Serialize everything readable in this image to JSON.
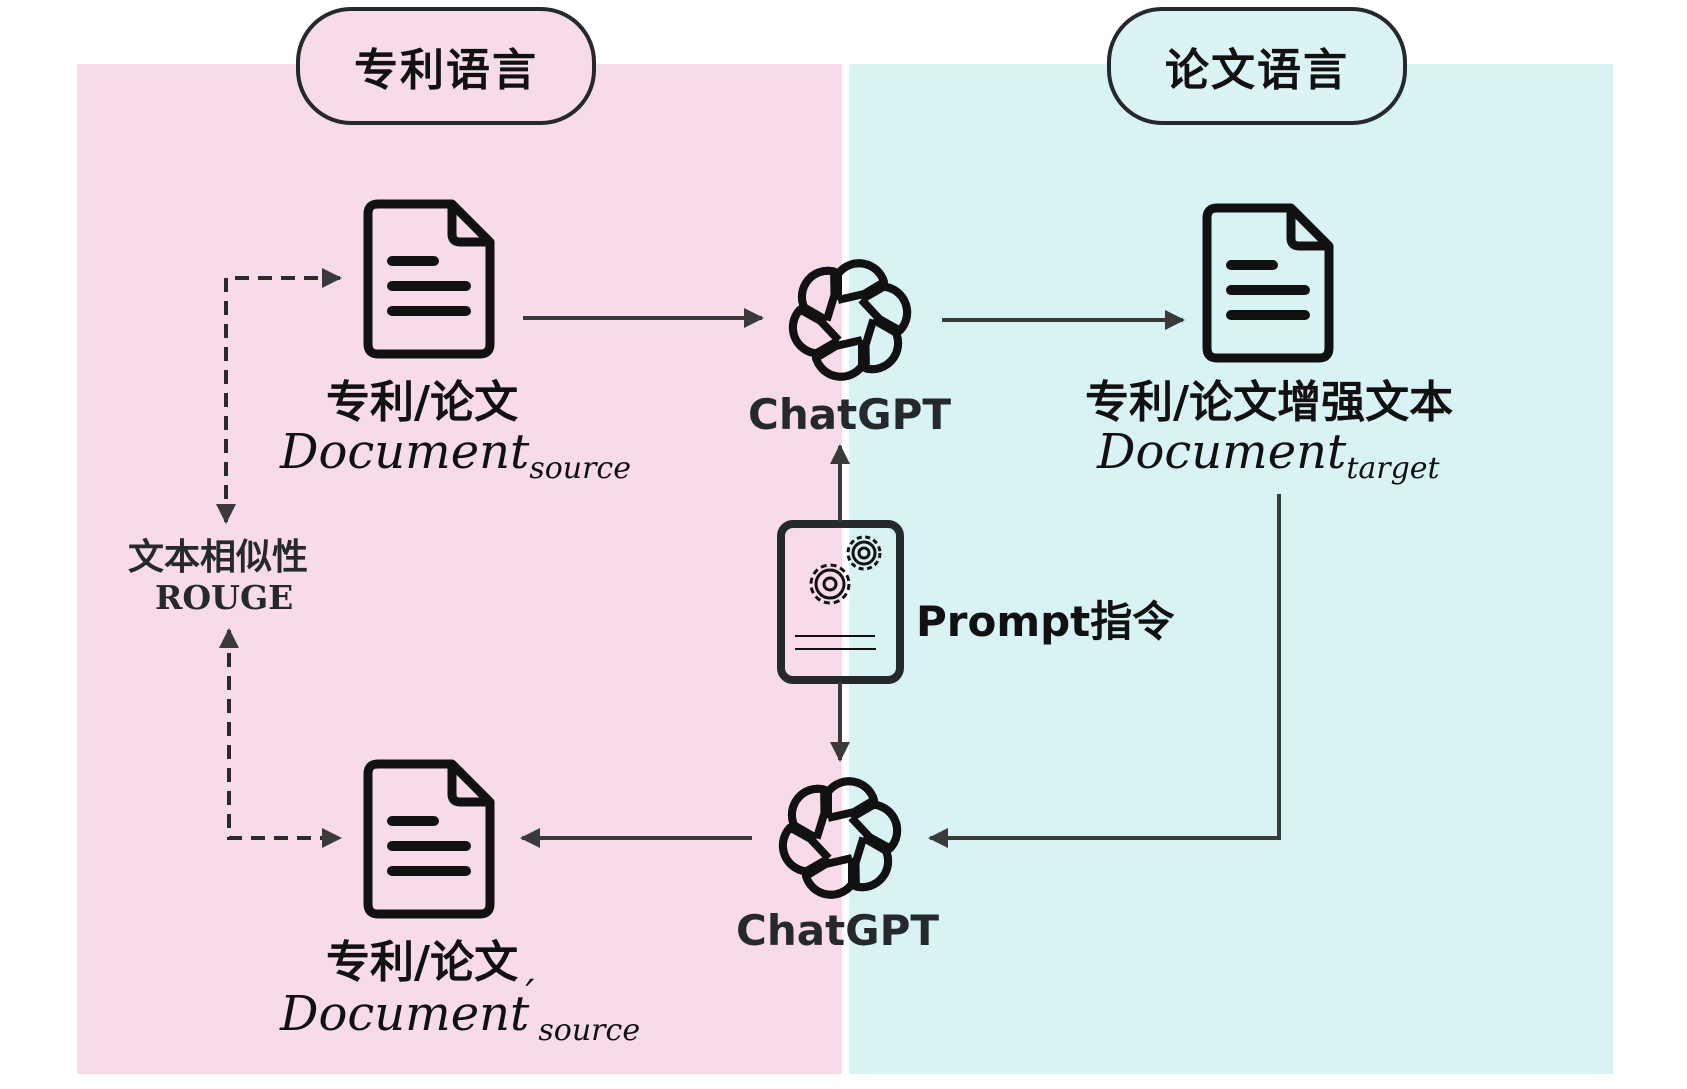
{
  "diagram": {
    "regions": [
      {
        "id": "patent",
        "title": "专利语言",
        "color": "#f8dbea"
      },
      {
        "id": "paper",
        "title": "论文语言",
        "color": "#d9f3f4"
      }
    ],
    "nodes": {
      "doc_source": {
        "title": "专利/论文",
        "math_base": "Document",
        "math_sub": "source",
        "icon": "document-icon"
      },
      "chatgpt_top": {
        "label": "ChatGPT",
        "icon": "openai-logo-icon"
      },
      "doc_target": {
        "title": "专利/论文增强文本",
        "math_base": "Document",
        "math_sub": "target",
        "icon": "document-icon"
      },
      "prompt": {
        "label": "Prompt指令",
        "icon": "prompt-settings-icon"
      },
      "chatgpt_bottom": {
        "label": "ChatGPT",
        "icon": "openai-logo-icon"
      },
      "doc_source_prime": {
        "title": "专利/论文",
        "math_base": "Document",
        "math_prime": "′",
        "math_sub": "source",
        "icon": "document-icon"
      },
      "similarity": {
        "title": "文本相似性",
        "metric": "ROUGE"
      }
    },
    "edges": [
      {
        "from": "doc_source",
        "to": "chatgpt_top",
        "style": "solid"
      },
      {
        "from": "chatgpt_top",
        "to": "doc_target",
        "style": "solid"
      },
      {
        "from": "doc_target",
        "to": "chatgpt_bottom",
        "style": "solid"
      },
      {
        "from": "chatgpt_bottom",
        "to": "doc_source_prime",
        "style": "solid"
      },
      {
        "from": "prompt",
        "to": "chatgpt_top",
        "style": "solid"
      },
      {
        "from": "prompt",
        "to": "chatgpt_bottom",
        "style": "solid"
      },
      {
        "from": "similarity",
        "to": "doc_source",
        "style": "dashed"
      },
      {
        "from": "similarity",
        "to": "doc_source_prime",
        "style": "dashed"
      }
    ],
    "colors": {
      "stroke": "#3a3a3a",
      "icon": "#111111",
      "frame": "#26292c"
    }
  }
}
